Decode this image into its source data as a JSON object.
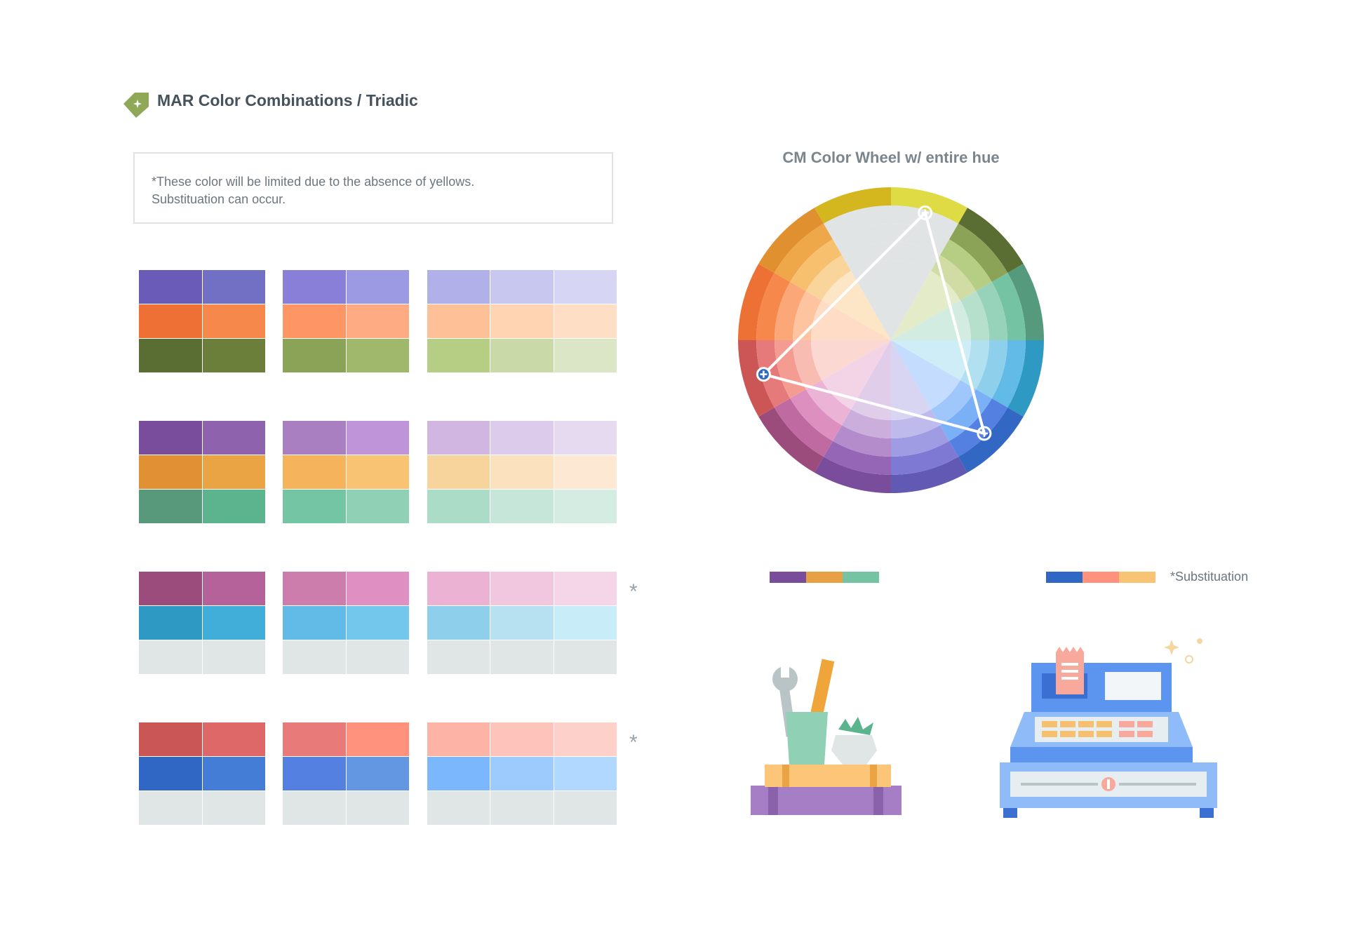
{
  "header": {
    "title": "MAR Color Combinations / Triadic",
    "logo_icon": "tag-icon",
    "logo_color": "#8fa857"
  },
  "note": {
    "line1": "*These color will be limited due to the absence of yellows.",
    "line2": "Substituation can occur."
  },
  "palette_groups": [
    {
      "asterisk": "",
      "swatches": [
        [
          [
            "#6a5bb8",
            "#7270c4"
          ],
          [
            "#ee7035",
            "#f5884a"
          ],
          [
            "#5a6e33",
            "#6b7f3a"
          ]
        ],
        [
          [
            "#8a7fd8",
            "#9d9ae4"
          ],
          [
            "#fd9565",
            "#feaa82"
          ],
          [
            "#8aa357",
            "#a0b86c"
          ]
        ],
        [
          [
            "#b2b0e8",
            "#c8c7f0",
            "#d6d6f4"
          ],
          [
            "#fec096",
            "#ffd4b2",
            "#ffdec6"
          ],
          [
            "#b6cd84",
            "#c9d9a7",
            "#dbe6c7"
          ]
        ]
      ]
    },
    {
      "asterisk": "",
      "swatches": [
        [
          [
            "#7a4c9c",
            "#8e62ac"
          ],
          [
            "#e29034",
            "#eba444"
          ],
          [
            "#58997b",
            "#5cb48f"
          ]
        ],
        [
          [
            "#a97fc2",
            "#c094d9"
          ],
          [
            "#f5b45b",
            "#f8c474"
          ],
          [
            "#73c5a3",
            "#90d1b5"
          ]
        ],
        [
          [
            "#d2b6e2",
            "#dccbea",
            "#e6daf0"
          ],
          [
            "#f8d49d",
            "#fbe1bd",
            "#fde8d3"
          ],
          [
            "#aadcc8",
            "#c5e6d8",
            "#d5ece2"
          ]
        ]
      ]
    },
    {
      "asterisk": "*",
      "swatches": [
        [
          [
            "#9b4c7d",
            "#b6629a"
          ],
          [
            "#2e9ac4",
            "#40aed8"
          ],
          [
            "#e0e6e6",
            "#e0e6e6"
          ]
        ],
        [
          [
            "#cd7dab",
            "#e08fc3"
          ],
          [
            "#62bae6",
            "#73c6ec"
          ],
          [
            "#e0e6e6",
            "#e0e6e6"
          ]
        ],
        [
          [
            "#ebb2d4",
            "#f1c6df",
            "#f5d6e9"
          ],
          [
            "#8ed0ec",
            "#b7e0f0",
            "#c9edf8"
          ],
          [
            "#e0e6e6",
            "#e0e6e6",
            "#e0e6e6"
          ]
        ]
      ]
    },
    {
      "asterisk": "*",
      "swatches": [
        [
          [
            "#cb5656",
            "#de6767"
          ],
          [
            "#3067c4",
            "#447dd6"
          ],
          [
            "#e0e6e6",
            "#e0e6e6"
          ]
        ],
        [
          [
            "#e87a7a",
            "#fe927d"
          ],
          [
            "#5480e2",
            "#6497e2"
          ],
          [
            "#e0e6e6",
            "#e0e6e6"
          ]
        ],
        [
          [
            "#feb3a7",
            "#fec4bc",
            "#fed0ca"
          ],
          [
            "#7ab7fd",
            "#9dcbfe",
            "#b1d8fe"
          ],
          [
            "#e0e6e6",
            "#e0e6e6",
            "#e0e6e6"
          ]
        ]
      ]
    }
  ],
  "wheel": {
    "title": "CM Color Wheel w/ entire hue",
    "segments": [
      [
        "#dedb45",
        "#e0e4e4",
        "#e0e4e4",
        "#e0e4e4",
        "#e0e4e4"
      ],
      [
        "#5a6e33",
        "#8aa357",
        "#b6cd84",
        "#d1dca4",
        "#e4ebc9"
      ],
      [
        "#559a7c",
        "#74c3a3",
        "#97d3ba",
        "#b6e0cc",
        "#d2ece1"
      ],
      [
        "#2e9ac4",
        "#62bae6",
        "#8ed0ec",
        "#b1e0f0",
        "#cfedf6"
      ],
      [
        "#3367c4",
        "#5480e2",
        "#7ab0f5",
        "#9fc7fb",
        "#c4dcfd"
      ],
      [
        "#6159b3",
        "#7e79d3",
        "#a09ce4",
        "#bebbec",
        "#d7d5f2"
      ],
      [
        "#7a4c9c",
        "#9466b5",
        "#b48ccc",
        "#cbaedb",
        "#e0cdea"
      ],
      [
        "#9b4c7d",
        "#c06aa2",
        "#dd8fc0",
        "#ebb3d6",
        "#f3d3e6"
      ],
      [
        "#cc5656",
        "#e67a7a",
        "#f59c92",
        "#f9bcb3",
        "#fcd8d2"
      ],
      [
        "#ed7035",
        "#f5884a",
        "#fca777",
        "#fec4a0",
        "#ffdcc6"
      ],
      [
        "#e0902f",
        "#eea849",
        "#f6c06e",
        "#f9d59b",
        "#fce6c6"
      ],
      [
        "#d4b61f",
        "#e0e4e4",
        "#e0e4e4",
        "#e0e4e4",
        "#e0e4e4"
      ]
    ],
    "triangle_points": [
      {
        "hue_deg": 15
      },
      {
        "hue_deg": 255
      },
      {
        "hue_deg": 135
      }
    ]
  },
  "strips": {
    "left": [
      "#7a4c9c",
      "#e8a045",
      "#74c3a3"
    ],
    "right": [
      "#3067c4",
      "#fe927d",
      "#f8c474"
    ],
    "right_label": "*Substituation"
  },
  "illustrations": {
    "left": "desk-tools-illustration",
    "right": "cash-register-illustration"
  }
}
